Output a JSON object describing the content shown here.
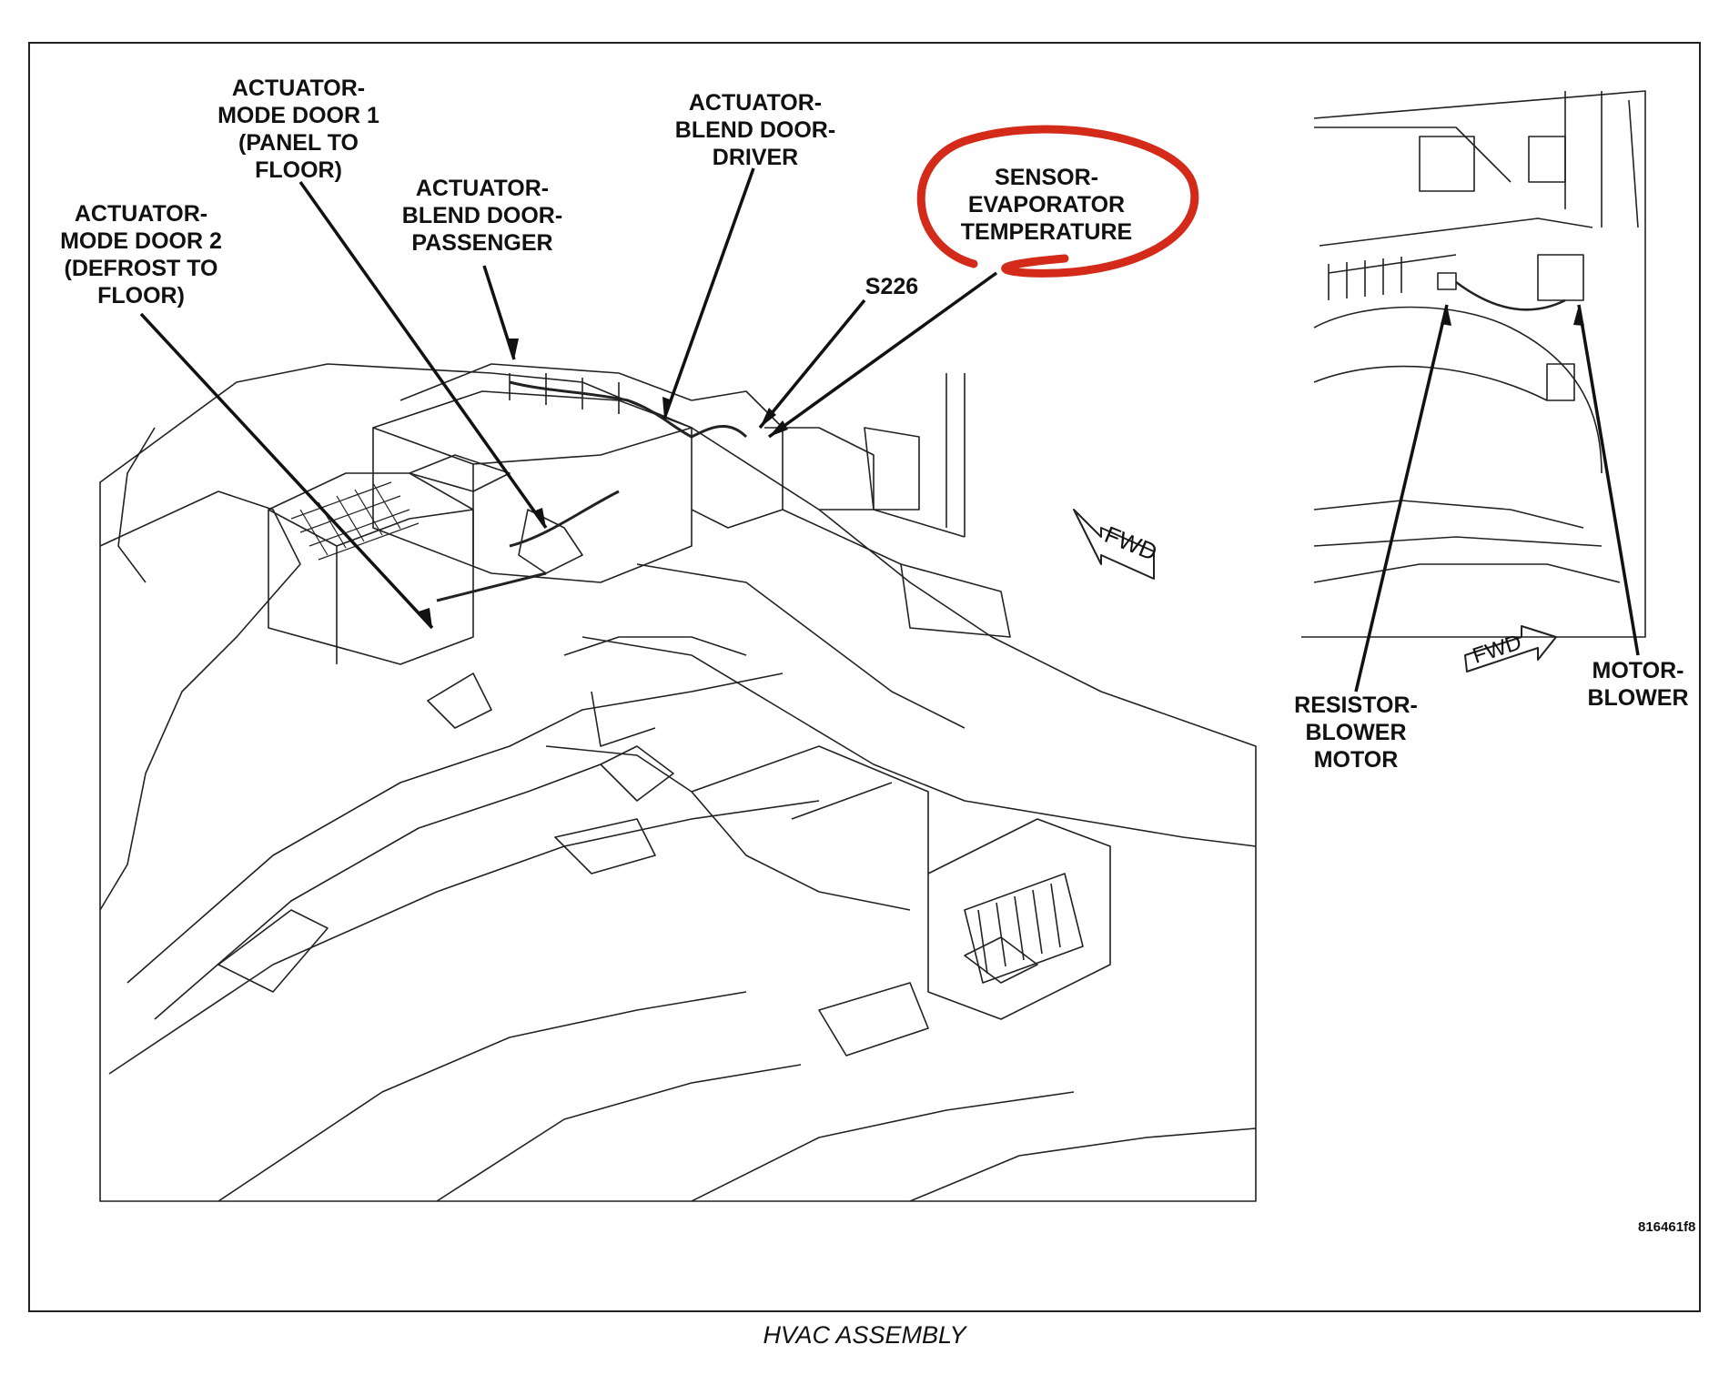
{
  "labels": {
    "mode_door_1": "ACTUATOR-\nMODE DOOR 1\n(PANEL TO\nFLOOR)",
    "mode_door_2": "ACTUATOR-\nMODE DOOR 2\n(DEFROST TO\nFLOOR)",
    "blend_door_passenger": "ACTUATOR-\nBLEND DOOR-\nPASSENGER",
    "blend_door_driver": "ACTUATOR-\nBLEND DOOR-\nDRIVER",
    "evaporator_sensor": "SENSOR-\nEVAPORATOR\nTEMPERATURE",
    "s226": "S226",
    "resistor": "RESISTOR-\nBLOWER\nMOTOR",
    "motor_blower": "MOTOR-\nBLOWER"
  },
  "fwd_label": "FWD",
  "figure_number": "816461f8",
  "caption": "HVAC ASSEMBLY",
  "highlight_color": "#d42a1a"
}
